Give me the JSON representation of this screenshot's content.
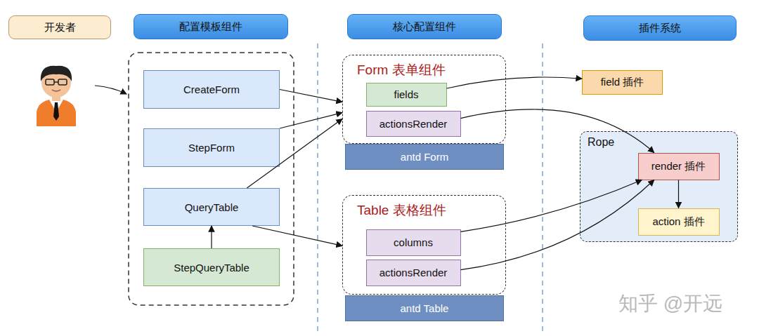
{
  "diagram": {
    "nodes": [
      {
        "text": [
          "开发者"
        ]
      },
      {
        "text": [
          "配置模板组件"
        ]
      },
      {
        "text": [
          "核心配置组件"
        ]
      },
      {
        "text": [
          "插件系统"
        ]
      },
      {
        "text": [
          "CreateForm"
        ]
      },
      {
        "text": [
          "StepForm"
        ]
      },
      {
        "text": [
          "QueryTable"
        ]
      },
      {
        "text": [
          "StepQueryTable"
        ]
      },
      {
        "text": [
          "Form 表单组件"
        ]
      },
      {
        "text": [
          "fields"
        ],
        "in": 8
      },
      {
        "text": [
          "actionsRender"
        ],
        "in": 8
      },
      {
        "text": [
          "antd Form"
        ]
      },
      {
        "text": [
          "Table 表格组件"
        ]
      },
      {
        "text": [
          "columns"
        ],
        "in": 12
      },
      {
        "text": [
          "actionsRender"
        ],
        "in": 12
      },
      {
        "text": [
          "antd Table"
        ]
      },
      {
        "text": [
          "field 插件"
        ]
      },
      {
        "text": [
          "Rope"
        ]
      },
      {
        "text": [
          "render 插件"
        ],
        "in": 17
      },
      {
        "text": [
          "action 插件"
        ],
        "in": 17
      }
    ],
    "edges": [
      {
        "from": 4,
        "to": 8,
        "arrow": "to"
      },
      {
        "from": 5,
        "to": 8,
        "arrow": "to"
      },
      {
        "from": 6,
        "to": 8,
        "arrow": "to"
      },
      {
        "from": 6,
        "to": 12,
        "arrow": "to"
      },
      {
        "from": 7,
        "to": 6,
        "arrow": "to"
      },
      {
        "from": 9,
        "to": 16,
        "arrow": "to"
      },
      {
        "from": 10,
        "to": 18,
        "arrow": "to"
      },
      {
        "from": 13,
        "to": 18,
        "arrow": "to"
      },
      {
        "from": 14,
        "to": 18,
        "arrow": "to"
      },
      {
        "from": 18,
        "to": 19,
        "arrow": "to"
      }
    ],
    "labels": [
      "知乎 @开远"
    ]
  }
}
